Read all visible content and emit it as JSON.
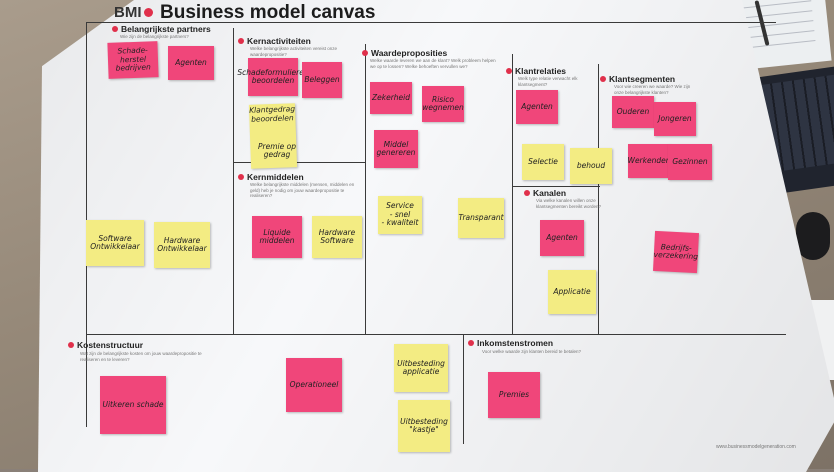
{
  "poster": {
    "logo": "BMI",
    "title": "Business model canvas",
    "url": "www.businessmodelgeneration.com"
  },
  "blocks": {
    "partners": {
      "title": "Belangrijkste partners",
      "desc": "Wie zijn de belangrijkste partners?"
    },
    "activities": {
      "title": "Kernactiviteiten",
      "desc": "Welke belangrijkste activiteiten vereist onze waardepropositie?"
    },
    "resources": {
      "title": "Kernmiddelen",
      "desc": "Welke belangrijkste middelen (mensen, middelen en geld) heb je nodig om jouw waardepropositie te realiseren?"
    },
    "value": {
      "title": "Waardeproposities",
      "desc": "Welke waarde leveren we aan de klant? Welk probleem helpen we op te lossen? Welke behoeften vervullen we?"
    },
    "relations": {
      "title": "Klantrelaties",
      "desc": "Welk type relatie verwacht elk klantsegment?"
    },
    "channels": {
      "title": "Kanalen",
      "desc": "Via welke kanalen willen onze klantsegmenten bereikt worden?"
    },
    "segments": {
      "title": "Klantsegmenten",
      "desc": "Voor wie creeren we waarde? Wie zijn onze belangrijkste klanten?"
    },
    "costs": {
      "title": "Kostenstructuur",
      "desc": "Wat zijn de belangrijkste kosten om jouw waardepropositie te realiseren en te leveren?"
    },
    "revenue": {
      "title": "Inkomstenstromen",
      "desc": "Voor welke waarde zijn klanten bereid te betalen?"
    }
  },
  "notes": {
    "p1": "Schade-herstel bedrijven",
    "p2": "Agenten",
    "p3": "Software Ontwikkelaar",
    "p4": "Hardware Ontwikkelaar",
    "a1": "Schadeformulieren beoordelen",
    "a2": "Beleggen",
    "a3": "Klantgedrag beoordelen",
    "a4": "Premie op gedrag",
    "r1": "Liquide middelen",
    "r2": "Hardware\nSoftware",
    "v1": "Zekerheid",
    "v2": "Risico wegnemen",
    "v3": "Middel genereren",
    "v4": "Service\n- snel\n- kwaliteit",
    "v5": "Transparant",
    "c1": "Agenten",
    "c2": "Selectie",
    "c3": "behoud",
    "ch1": "Agenten",
    "ch2": "Applicatie",
    "s1": "Ouderen",
    "s2": "Jongeren",
    "s3": "Werkenden",
    "s4": "Gezinnen",
    "s5": "Bedrijfs-verzekering",
    "k1": "Uitkeren schade",
    "k2": "Operationeel",
    "k3": "Uitbesteding applicatie",
    "k4": "Uitbesteding \"kastje\"",
    "i1": "Premies"
  }
}
